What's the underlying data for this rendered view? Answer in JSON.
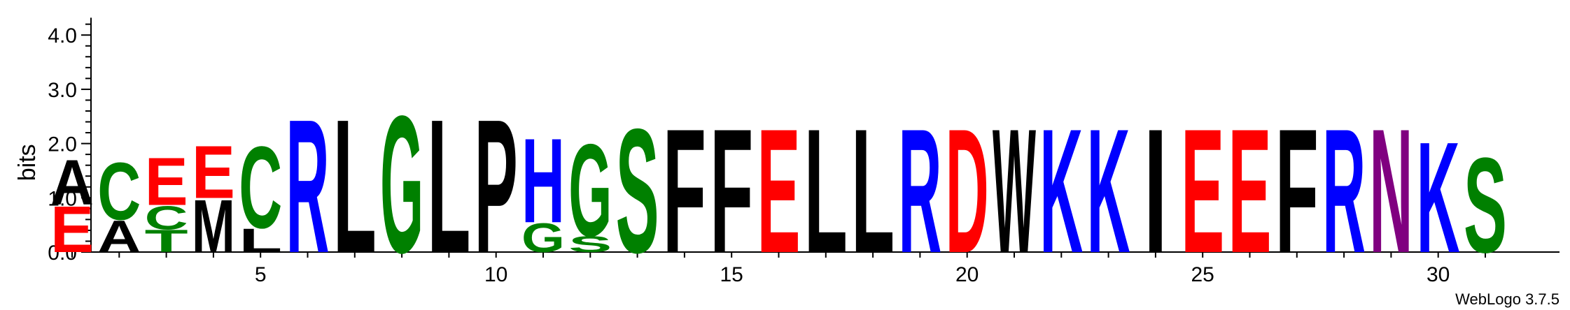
{
  "chart_data": {
    "type": "sequence-logo",
    "ylabel": "bits",
    "ylim": [
      0,
      4.32
    ],
    "y_ticks": [
      "0.0",
      "1.0",
      "2.0",
      "3.0",
      "4.0"
    ],
    "y_tick_values": [
      0,
      1,
      2,
      3,
      4
    ],
    "x_ticks": [
      "5",
      "10",
      "15",
      "20",
      "25",
      "30"
    ],
    "x_tick_values": [
      5,
      10,
      15,
      20,
      25,
      30
    ],
    "positions": 31,
    "credit": "WebLogo 3.7.5",
    "colors": {
      "red": "#ff0000",
      "green": "#008000",
      "blue": "#0000ff",
      "black": "#000000",
      "purple": "#800080"
    },
    "columns": [
      {
        "pos": 1,
        "stack": [
          {
            "letter": "E",
            "bits": 0.88,
            "color": "red"
          },
          {
            "letter": "A",
            "bits": 0.85,
            "color": "black"
          }
        ]
      },
      {
        "pos": 2,
        "stack": [
          {
            "letter": "A",
            "bits": 0.6,
            "color": "black"
          },
          {
            "letter": "C",
            "bits": 1.08,
            "color": "green"
          }
        ]
      },
      {
        "pos": 3,
        "stack": [
          {
            "letter": "T",
            "bits": 0.42,
            "color": "green"
          },
          {
            "letter": "C",
            "bits": 0.45,
            "color": "green"
          },
          {
            "letter": "E",
            "bits": 0.9,
            "color": "red"
          }
        ]
      },
      {
        "pos": 4,
        "stack": [
          {
            "letter": "M",
            "bits": 1.0,
            "color": "black"
          },
          {
            "letter": "E",
            "bits": 1.0,
            "color": "red"
          }
        ]
      },
      {
        "pos": 5,
        "stack": [
          {
            "letter": "L",
            "bits": 0.45,
            "color": "black"
          },
          {
            "letter": "C",
            "bits": 1.55,
            "color": "green"
          }
        ]
      },
      {
        "pos": 6,
        "stack": [
          {
            "letter": "R",
            "bits": 2.53,
            "color": "blue"
          }
        ]
      },
      {
        "pos": 7,
        "stack": [
          {
            "letter": "L",
            "bits": 2.53,
            "color": "black"
          }
        ]
      },
      {
        "pos": 8,
        "stack": [
          {
            "letter": "G",
            "bits": 2.6,
            "color": "green"
          }
        ]
      },
      {
        "pos": 9,
        "stack": [
          {
            "letter": "L",
            "bits": 2.53,
            "color": "black"
          }
        ]
      },
      {
        "pos": 10,
        "stack": [
          {
            "letter": "P",
            "bits": 2.53,
            "color": "black"
          }
        ]
      },
      {
        "pos": 11,
        "stack": [
          {
            "letter": "G",
            "bits": 0.55,
            "color": "green"
          },
          {
            "letter": "H",
            "bits": 1.6,
            "color": "blue"
          }
        ]
      },
      {
        "pos": 12,
        "stack": [
          {
            "letter": "S",
            "bits": 0.3,
            "color": "green"
          },
          {
            "letter": "G",
            "bits": 1.75,
            "color": "green"
          }
        ]
      },
      {
        "pos": 13,
        "stack": [
          {
            "letter": "S",
            "bits": 2.35,
            "color": "green"
          }
        ]
      },
      {
        "pos": 14,
        "stack": [
          {
            "letter": "F",
            "bits": 2.35,
            "color": "black"
          }
        ]
      },
      {
        "pos": 15,
        "stack": [
          {
            "letter": "F",
            "bits": 2.35,
            "color": "black"
          }
        ]
      },
      {
        "pos": 16,
        "stack": [
          {
            "letter": "E",
            "bits": 2.35,
            "color": "red"
          }
        ]
      },
      {
        "pos": 17,
        "stack": [
          {
            "letter": "L",
            "bits": 2.35,
            "color": "black"
          }
        ]
      },
      {
        "pos": 18,
        "stack": [
          {
            "letter": "L",
            "bits": 2.35,
            "color": "black"
          }
        ]
      },
      {
        "pos": 19,
        "stack": [
          {
            "letter": "R",
            "bits": 2.35,
            "color": "blue"
          }
        ]
      },
      {
        "pos": 20,
        "stack": [
          {
            "letter": "D",
            "bits": 2.35,
            "color": "red"
          }
        ]
      },
      {
        "pos": 21,
        "stack": [
          {
            "letter": "W",
            "bits": 2.35,
            "color": "black"
          }
        ]
      },
      {
        "pos": 22,
        "stack": [
          {
            "letter": "K",
            "bits": 2.35,
            "color": "blue"
          }
        ]
      },
      {
        "pos": 23,
        "stack": [
          {
            "letter": "K",
            "bits": 2.35,
            "color": "blue"
          }
        ]
      },
      {
        "pos": 24,
        "stack": [
          {
            "letter": "I",
            "bits": 2.35,
            "color": "black"
          }
        ]
      },
      {
        "pos": 25,
        "stack": [
          {
            "letter": "E",
            "bits": 2.35,
            "color": "red"
          }
        ]
      },
      {
        "pos": 26,
        "stack": [
          {
            "letter": "E",
            "bits": 2.35,
            "color": "red"
          }
        ]
      },
      {
        "pos": 27,
        "stack": [
          {
            "letter": "F",
            "bits": 2.35,
            "color": "black"
          }
        ]
      },
      {
        "pos": 28,
        "stack": [
          {
            "letter": "R",
            "bits": 2.35,
            "color": "blue"
          }
        ]
      },
      {
        "pos": 29,
        "stack": [
          {
            "letter": "N",
            "bits": 2.35,
            "color": "purple"
          }
        ]
      },
      {
        "pos": 30,
        "stack": [
          {
            "letter": "K",
            "bits": 2.1,
            "color": "blue"
          }
        ]
      },
      {
        "pos": 31,
        "stack": [
          {
            "letter": "S",
            "bits": 1.8,
            "color": "green"
          }
        ]
      }
    ]
  }
}
